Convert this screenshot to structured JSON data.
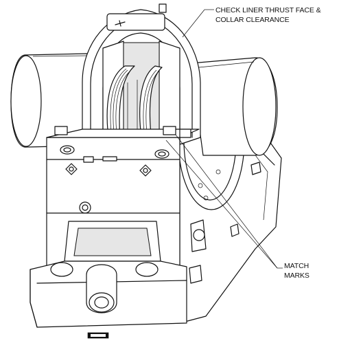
{
  "labels": {
    "thrust_line1": "CHECK LINER THRUST FACE &",
    "thrust_line2": "COLLAR CLEARANCE",
    "match_line1": "MATCH",
    "match_line2": "MARKS"
  },
  "colors": {
    "ink": "#111111",
    "paper": "#ffffff"
  }
}
